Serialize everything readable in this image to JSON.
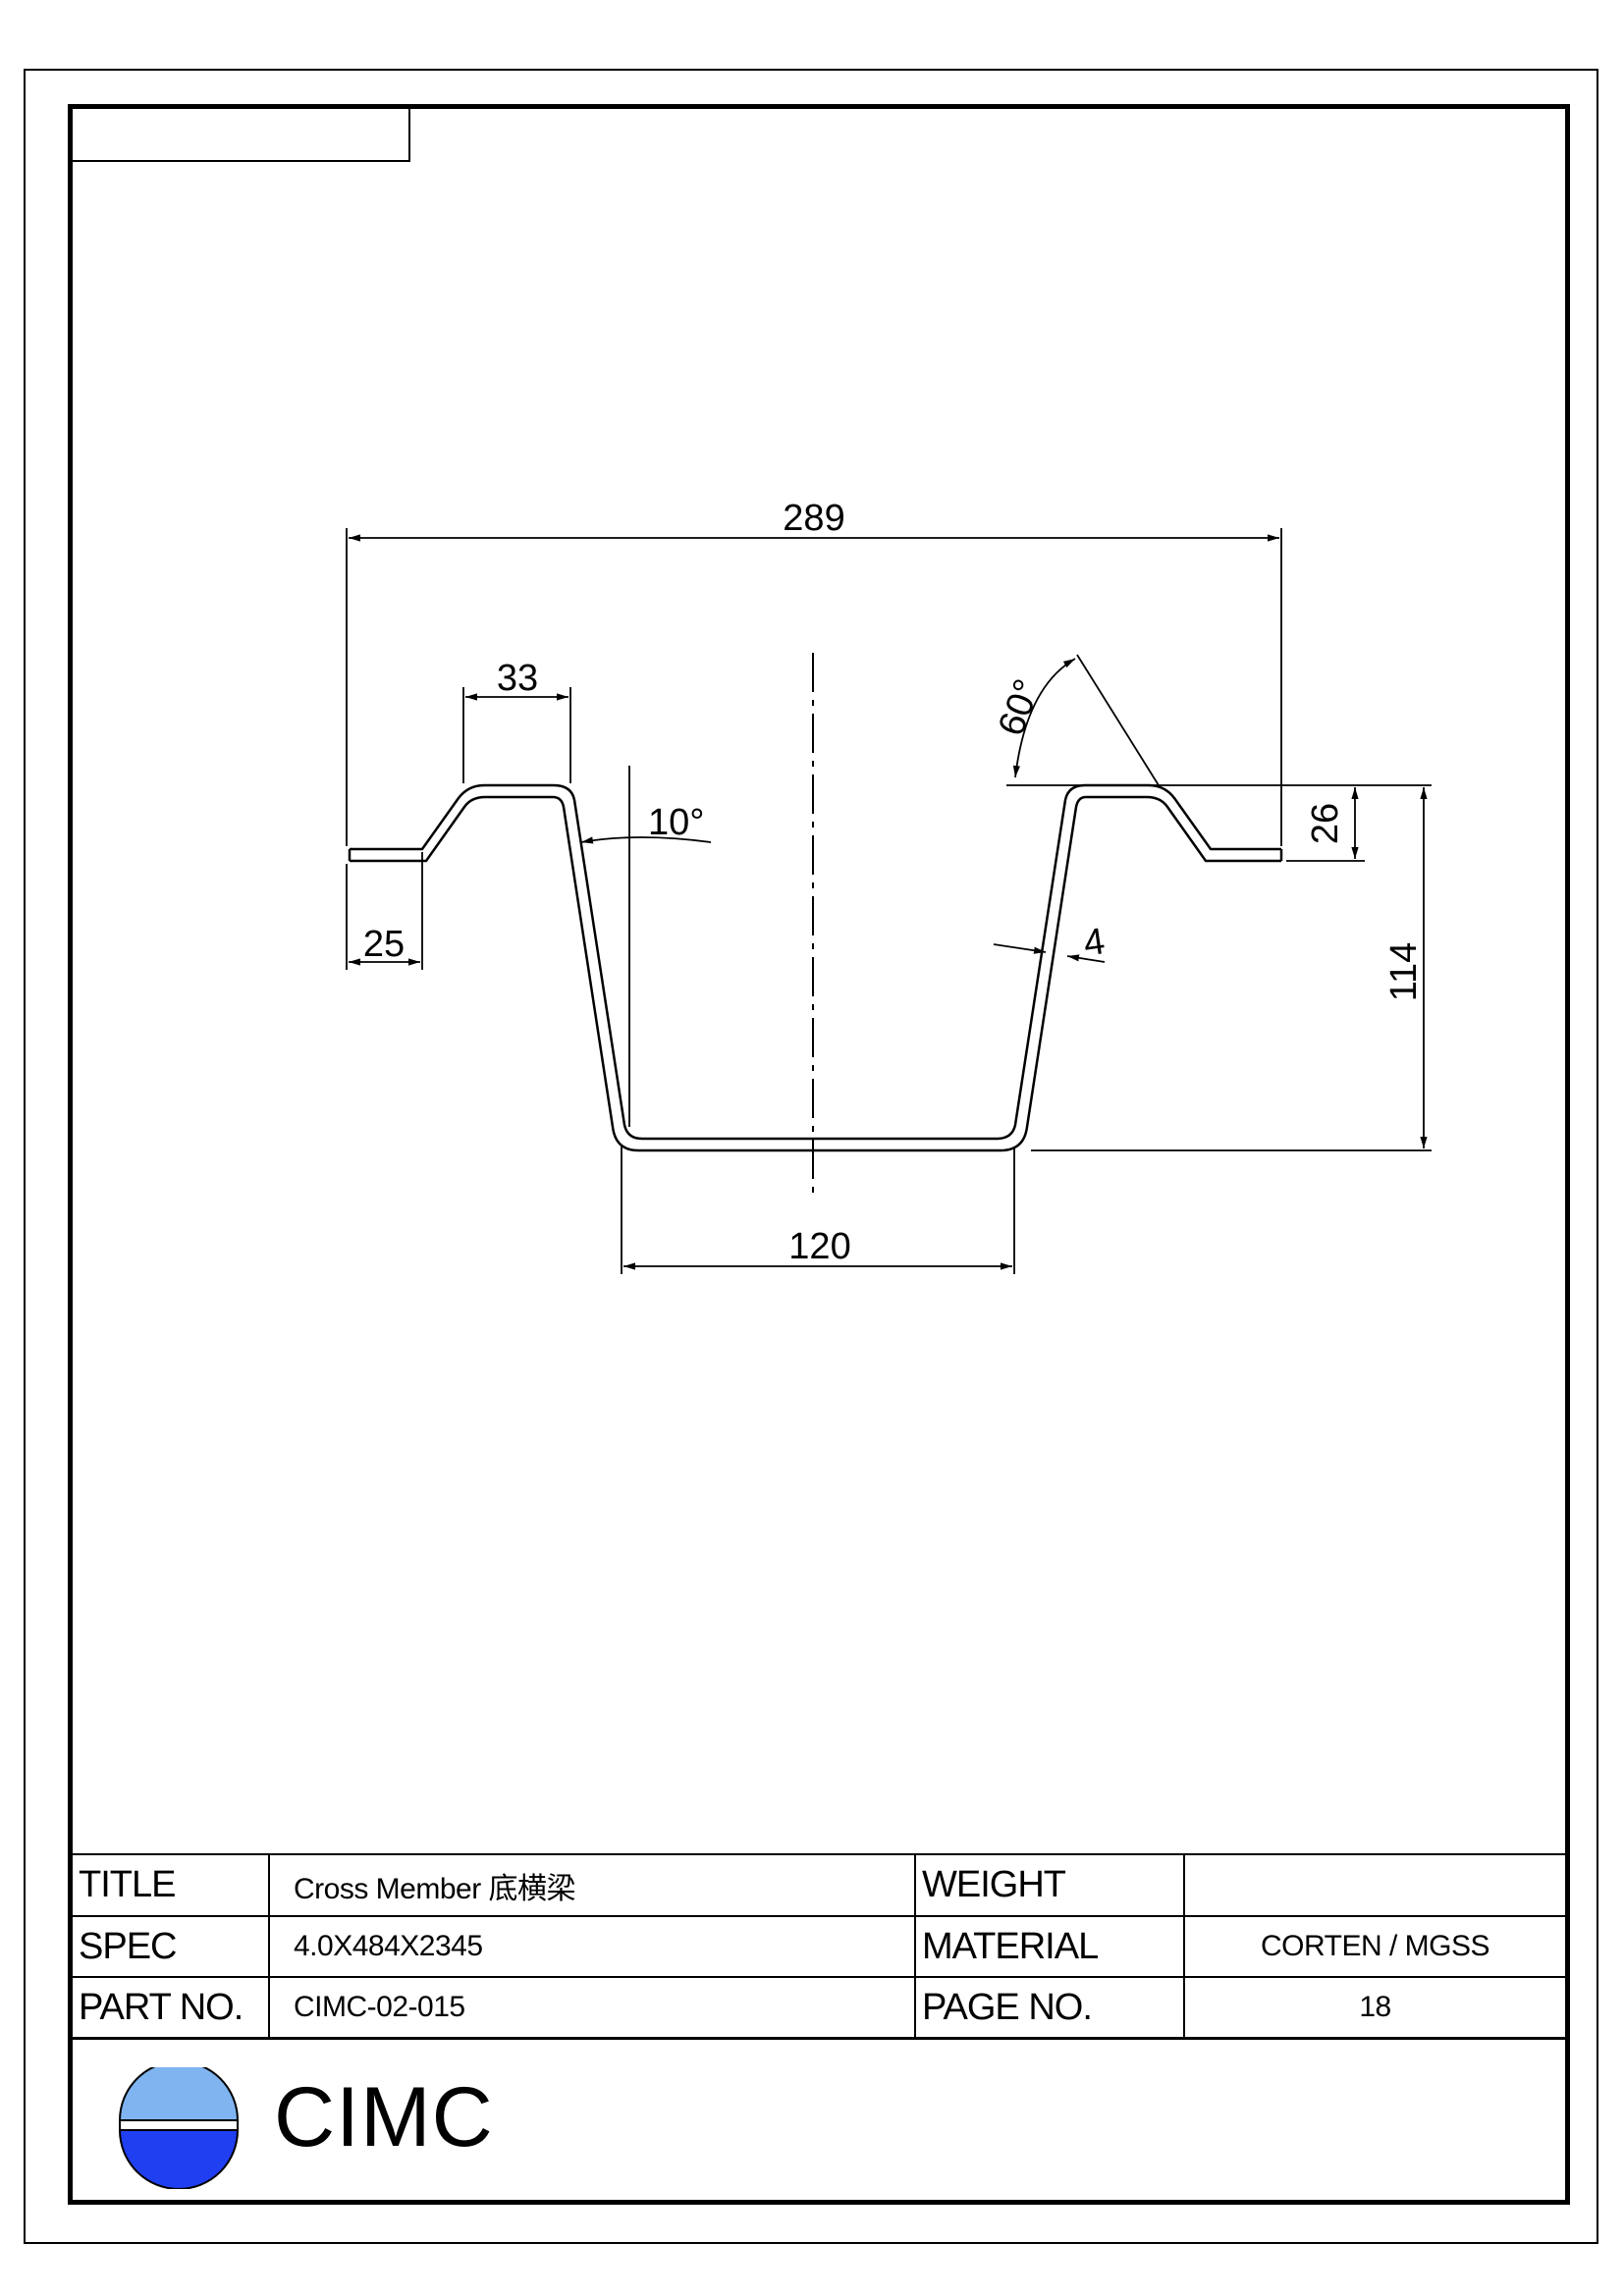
{
  "drawing": {
    "dims": {
      "overall_width": "289",
      "flange_top": "33",
      "lip": "25",
      "angle_web": "10°",
      "angle_flange": "60°",
      "thickness": "4",
      "flange_height": "26",
      "total_height": "114",
      "bottom_width": "120"
    }
  },
  "title_block": {
    "title_label": "TITLE",
    "title_value": "Cross Member 底横梁",
    "weight_label": "WEIGHT",
    "weight_value": "",
    "spec_label": "SPEC",
    "spec_value": "4.0X484X2345",
    "material_label": "MATERIAL",
    "material_value": "CORTEN / MGSS",
    "part_label": "PART NO.",
    "part_value": "CIMC-02-015",
    "page_label": "PAGE NO.",
    "page_value": "18"
  },
  "logo": {
    "text": "CIMC",
    "colors": {
      "top": "#7fb4f0",
      "bottom": "#1f3ff0"
    }
  }
}
